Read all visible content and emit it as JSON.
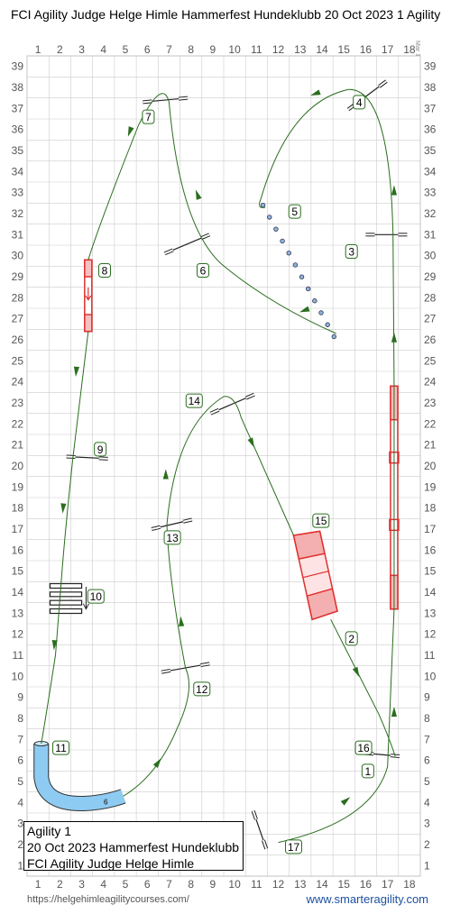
{
  "title": "FCI Agility Judge Helge Himle Hammerfest Hundeklubb 20 Oct 2023 1 Agility",
  "side_note": "Mar 17, 2025 9:33 AM  (v9.1.2)",
  "footer": {
    "left": "https://helgehimleagilitycourses.com/",
    "right": "www.smarteragility.com"
  },
  "info_box": {
    "line1": "Agility 1",
    "line2": "20 Oct 2023 Hammerfest Hundeklubb",
    "line3": "FCI Agility Judge Helge Himle"
  },
  "grid": {
    "x_labels": [
      "1",
      "2",
      "3",
      "4",
      "5",
      "6",
      "7",
      "8",
      "9",
      "10",
      "11",
      "12",
      "13",
      "14",
      "15",
      "16",
      "17",
      "18"
    ],
    "y_min": 1,
    "y_max": 39
  },
  "colors": {
    "path": "#2a6e1e",
    "contact": "#e03030",
    "tunnel": "#8ecbf2",
    "grid": "#cccccc"
  },
  "obstacles": [
    {
      "num": "1",
      "type": "start-finish"
    },
    {
      "num": "2",
      "type": "dogwalk"
    },
    {
      "num": "3",
      "type": "jump"
    },
    {
      "num": "4",
      "type": "jump"
    },
    {
      "num": "5",
      "type": "weave-poles"
    },
    {
      "num": "6",
      "type": "jump"
    },
    {
      "num": "7",
      "type": "jump"
    },
    {
      "num": "8",
      "type": "seesaw"
    },
    {
      "num": "9",
      "type": "jump"
    },
    {
      "num": "10",
      "type": "long-jump"
    },
    {
      "num": "11",
      "type": "tunnel"
    },
    {
      "num": "12",
      "type": "jump"
    },
    {
      "num": "13",
      "type": "jump"
    },
    {
      "num": "14",
      "type": "jump"
    },
    {
      "num": "15",
      "type": "a-frame"
    },
    {
      "num": "16",
      "type": "jump"
    },
    {
      "num": "17",
      "type": "jump"
    }
  ],
  "tunnel_label": "6"
}
